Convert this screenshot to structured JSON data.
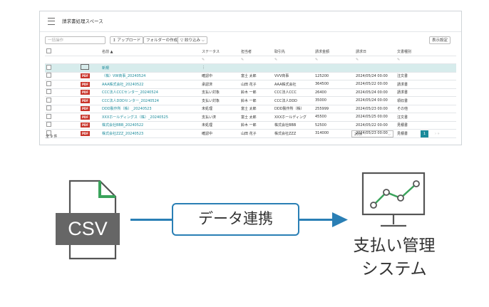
{
  "panel": {
    "title": "請求書処理スペース",
    "select_placeholder": "一括操作",
    "upload_label": "↥ アップロード",
    "new_folder_label": "フォルダーの作成",
    "filter_label": "▽ 絞り込み ⌵",
    "settings_label": "表示設定"
  },
  "table": {
    "headers": [
      "名前 ▲",
      "ステータス",
      "担当者",
      "取引先",
      "請求金額",
      "請求日",
      "文書種別"
    ],
    "folder_row": {
      "name": "新規"
    },
    "rows": [
      {
        "name": "（株）VW商事_20240524",
        "status": "確認中",
        "person": "富士 太郎",
        "partner": "VVV商事",
        "amount": "125200",
        "date": "2024/05/24 00:00",
        "type": "注文書"
      },
      {
        "name": "AAA株式会社_20240522",
        "status": "承認済",
        "person": "山田 花子",
        "partner": "AAA株式会社",
        "amount": "364500",
        "date": "2024/05/22 00:00",
        "type": "請求書"
      },
      {
        "name": "CCC法人CCCセンター_20240524",
        "status": "支払い対象",
        "person": "鈴木 一郎",
        "partner": "CCC法人CCC",
        "amount": "26400",
        "date": "2024/05/24 00:00",
        "type": "請求書"
      },
      {
        "name": "CCC法人DDDセンター_20240524",
        "status": "支払い対象",
        "person": "鈴木 一郎",
        "partner": "CCC法人DDD",
        "amount": "35000",
        "date": "2024/05/24 00:00",
        "type": "領収書"
      },
      {
        "name": "DDD製作所（株）_20240523",
        "status": "未処理",
        "person": "富士 太郎",
        "partner": "DDD製作所（株）",
        "amount": "255999",
        "date": "2024/05/23 00:00",
        "type": "その他"
      },
      {
        "name": "XXXホールディングス（株）_20240525",
        "status": "支払い済",
        "person": "富士 太郎",
        "partner": "XXXホールディング",
        "amount": "45500",
        "date": "2024/05/25 00:00",
        "type": "注文書"
      },
      {
        "name": "株式会社BBB_20240522",
        "status": "未処理",
        "person": "鈴木 一郎",
        "partner": "株式会社BBB",
        "amount": "52500",
        "date": "2024/05/22 00:00",
        "type": "見積書"
      },
      {
        "name": "株式会社ZZZ_20240523",
        "status": "確認中",
        "person": "山田 花子",
        "partner": "株式会社ZZZ",
        "amount": "314000",
        "date": "2024/05/23 00:00",
        "type": "見積書"
      }
    ]
  },
  "footer": {
    "total": "全 9 件",
    "per_page": "20件",
    "page": "1"
  },
  "diagram": {
    "csv_label": "CSV",
    "connector_label": "データ連携",
    "system_line1": "支払い管理",
    "system_line2": "システム"
  },
  "colors": {
    "accent_blue": "#2a7fb5",
    "accent_green": "#3aa35b",
    "teal": "#1a8a9a",
    "pdf_red": "#c8352b",
    "csv_gray": "#666666"
  }
}
